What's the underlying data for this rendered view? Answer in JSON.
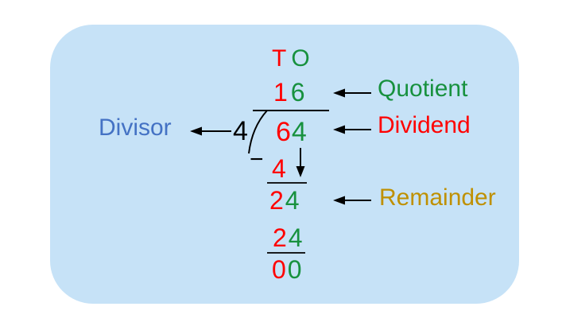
{
  "colors": {
    "panel_bg": "#C6E2F7",
    "tens_red": "#FF0000",
    "ones_green": "#17913E",
    "divisor_blue": "#4472C4",
    "remainder_gold": "#BF9000",
    "line_black": "#000000"
  },
  "labels": {
    "divisor": "Divisor",
    "quotient": "Quotient",
    "dividend": "Dividend",
    "remainder": "Remainder"
  },
  "division": {
    "place_header": {
      "tens": "T",
      "ones": "O"
    },
    "quotient_digits": [
      "1",
      "6"
    ],
    "divisor": "4",
    "dividend_digits": [
      "6",
      "4"
    ],
    "minus_sign": "−",
    "subtrahend_tens": "4",
    "after_subtract_digits": [
      "2",
      "4"
    ],
    "multiply_digits": [
      "2",
      "4"
    ],
    "remainder_digits": [
      "0",
      "0"
    ]
  },
  "icons": {
    "divisor_arrow": "left-arrow",
    "quotient_arrow": "left-arrow",
    "dividend_arrow": "left-arrow",
    "remainder_arrow": "left-arrow",
    "bring_down_arrow": "down-arrow",
    "bracket": "long-division-bracket"
  }
}
